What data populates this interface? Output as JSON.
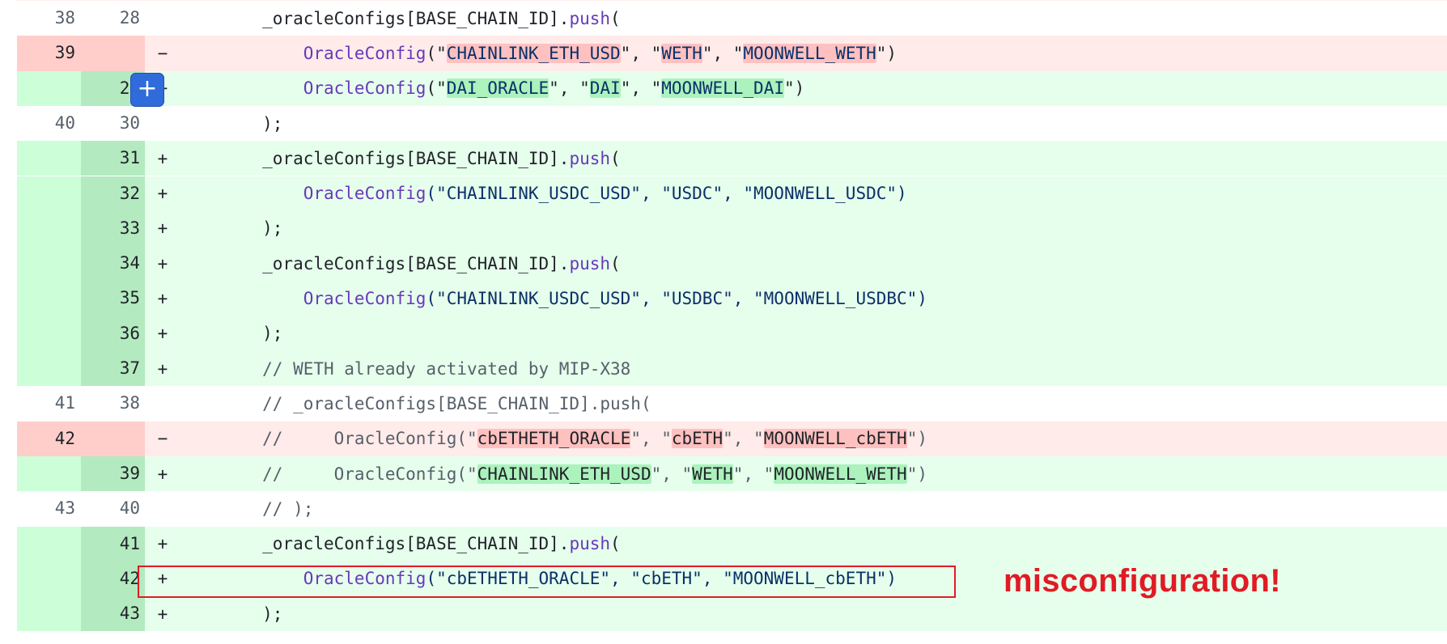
{
  "lines": [
    {
      "type": "ctx",
      "old": "38",
      "new": "28",
      "marker": "",
      "tokens": [
        {
          "t": "        _oracleConfigs[BASE_CHAIN_ID]."
        },
        {
          "t": "push",
          "c": "fn"
        },
        {
          "t": "("
        }
      ]
    },
    {
      "type": "del",
      "old": "39",
      "new": "",
      "marker": "−",
      "tokens": [
        {
          "t": "            "
        },
        {
          "t": "OracleConfig",
          "c": "fn"
        },
        {
          "t": "(\""
        },
        {
          "t": "CHAINLINK_ETH_USD",
          "c": "str hl-del"
        },
        {
          "t": "\", \""
        },
        {
          "t": "WETH",
          "c": "str hl-del"
        },
        {
          "t": "\", \""
        },
        {
          "t": "MOONWELL_WETH",
          "c": "str hl-del"
        },
        {
          "t": "\")"
        }
      ]
    },
    {
      "type": "add",
      "old": "",
      "new": "29",
      "marker": "+",
      "tokens": [
        {
          "t": "            "
        },
        {
          "t": "OracleConfig",
          "c": "fn"
        },
        {
          "t": "(\""
        },
        {
          "t": "DAI_ORACLE",
          "c": "str hl-add"
        },
        {
          "t": "\", \""
        },
        {
          "t": "DAI",
          "c": "str hl-add"
        },
        {
          "t": "\", \""
        },
        {
          "t": "MOONWELL_DAI",
          "c": "str hl-add"
        },
        {
          "t": "\")"
        }
      ]
    },
    {
      "type": "ctx",
      "old": "40",
      "new": "30",
      "marker": "",
      "tokens": [
        {
          "t": "        );"
        }
      ]
    },
    {
      "type": "add",
      "old": "",
      "new": "31",
      "marker": "+",
      "tokens": [
        {
          "t": "        _oracleConfigs[BASE_CHAIN_ID]."
        },
        {
          "t": "push",
          "c": "fn"
        },
        {
          "t": "("
        }
      ]
    },
    {
      "type": "add",
      "old": "",
      "new": "32",
      "marker": "+",
      "tokens": [
        {
          "t": "            "
        },
        {
          "t": "OracleConfig",
          "c": "fn"
        },
        {
          "t": "(\"CHAINLINK_USDC_USD\", \"USDC\", \"MOONWELL_USDC\")",
          "c": "str"
        }
      ]
    },
    {
      "type": "add",
      "old": "",
      "new": "33",
      "marker": "+",
      "tokens": [
        {
          "t": "        );"
        }
      ]
    },
    {
      "type": "add",
      "old": "",
      "new": "34",
      "marker": "+",
      "tokens": [
        {
          "t": "        _oracleConfigs[BASE_CHAIN_ID]."
        },
        {
          "t": "push",
          "c": "fn"
        },
        {
          "t": "("
        }
      ]
    },
    {
      "type": "add",
      "old": "",
      "new": "35",
      "marker": "+",
      "tokens": [
        {
          "t": "            "
        },
        {
          "t": "OracleConfig",
          "c": "fn"
        },
        {
          "t": "(\"CHAINLINK_USDC_USD\", \"USDBC\", \"MOONWELL_USDBC\")",
          "c": "str"
        }
      ]
    },
    {
      "type": "add",
      "old": "",
      "new": "36",
      "marker": "+",
      "tokens": [
        {
          "t": "        );"
        }
      ]
    },
    {
      "type": "add",
      "old": "",
      "new": "37",
      "marker": "+",
      "tokens": [
        {
          "t": "        // WETH already activated by MIP-X38",
          "c": "cmt"
        }
      ]
    },
    {
      "type": "ctx",
      "old": "41",
      "new": "38",
      "marker": "",
      "tokens": [
        {
          "t": "        // _oracleConfigs[BASE_CHAIN_ID].push(",
          "c": "cmt"
        }
      ]
    },
    {
      "type": "del",
      "old": "42",
      "new": "",
      "marker": "−",
      "tokens": [
        {
          "t": "        //     OracleConfig(\"",
          "c": "cmt"
        },
        {
          "t": "cbETHETH_ORACLE",
          "c": "hl-del"
        },
        {
          "t": "\", \"",
          "c": "cmt"
        },
        {
          "t": "cbETH",
          "c": "hl-del"
        },
        {
          "t": "\", \"",
          "c": "cmt"
        },
        {
          "t": "MOONWELL_cbETH",
          "c": "hl-del"
        },
        {
          "t": "\")",
          "c": "cmt"
        }
      ]
    },
    {
      "type": "add",
      "old": "",
      "new": "39",
      "marker": "+",
      "tokens": [
        {
          "t": "        //     OracleConfig(\"",
          "c": "cmt"
        },
        {
          "t": "CHAINLINK_ETH_USD",
          "c": "hl-add"
        },
        {
          "t": "\", \"",
          "c": "cmt"
        },
        {
          "t": "WETH",
          "c": "hl-add"
        },
        {
          "t": "\", \"",
          "c": "cmt"
        },
        {
          "t": "MOONWELL_WETH",
          "c": "hl-add"
        },
        {
          "t": "\")",
          "c": "cmt"
        }
      ]
    },
    {
      "type": "ctx",
      "old": "43",
      "new": "40",
      "marker": "",
      "tokens": [
        {
          "t": "        // );",
          "c": "cmt"
        }
      ]
    },
    {
      "type": "add",
      "old": "",
      "new": "41",
      "marker": "+",
      "tokens": [
        {
          "t": "        _oracleConfigs[BASE_CHAIN_ID]."
        },
        {
          "t": "push",
          "c": "fn"
        },
        {
          "t": "("
        }
      ]
    },
    {
      "type": "add",
      "old": "",
      "new": "42",
      "marker": "+",
      "tokens": [
        {
          "t": "            "
        },
        {
          "t": "OracleConfig",
          "c": "fn"
        },
        {
          "t": "(\"cbETHETH_ORACLE\", \"cbETH\", \"MOONWELL_cbETH\")",
          "c": "str"
        }
      ]
    },
    {
      "type": "add",
      "old": "",
      "new": "43",
      "marker": "+",
      "tokens": [
        {
          "t": "        );"
        }
      ]
    }
  ],
  "add_comment_button": {
    "label": "+"
  },
  "annotation": {
    "text": "misconfiguration!",
    "color": "#e01b24"
  },
  "colors": {
    "deleted_bg": "#ffebe9",
    "added_bg": "#e6ffec",
    "function": "#6639ba",
    "string": "#0a3069",
    "comment": "#57606a"
  }
}
